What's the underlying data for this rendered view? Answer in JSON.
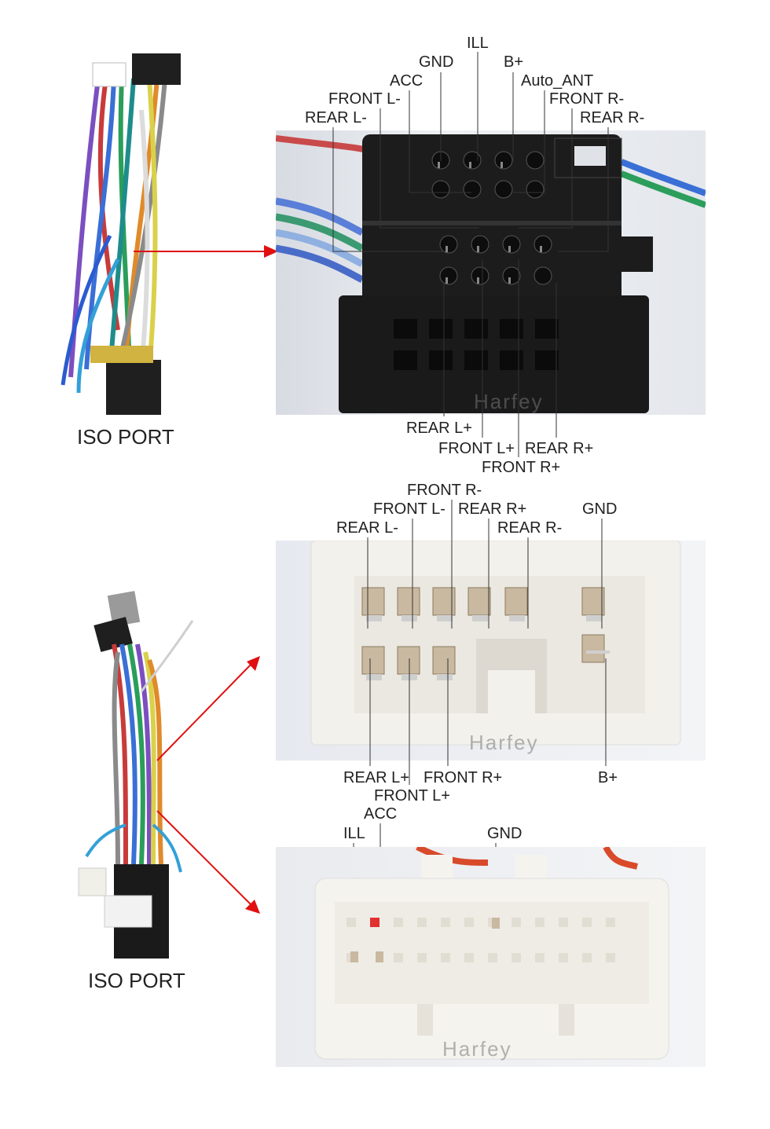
{
  "section1": {
    "port_label": "ISO PORT",
    "watermark": "Harfey",
    "top_labels": [
      "ILL",
      "GND",
      "B+",
      "ACC",
      "Auto_ANT",
      "FRONT L-",
      "FRONT R-",
      "REAR L-",
      "REAR R-"
    ],
    "bottom_labels": [
      "REAR L+",
      "FRONT L+",
      "REAR R+",
      "FRONT R+"
    ]
  },
  "section2": {
    "port_label": "ISO PORT",
    "watermark": "Harfey",
    "connector_a_top_labels": [
      "FRONT R-",
      "FRONT L-",
      "REAR R+",
      "GND",
      "REAR L-",
      "REAR R-"
    ],
    "connector_a_bottom_labels": [
      "REAR L+",
      "FRONT R+",
      "B+",
      "FRONT L+"
    ],
    "connector_b_labels": [
      "ACC",
      "ILL",
      "GND"
    ],
    "watermark_b": "Harfey"
  },
  "colors": {
    "arrow": "#e01010",
    "connector_black": "#1c1c1c",
    "connector_white": "#f2efe9",
    "leader": "#333333"
  }
}
